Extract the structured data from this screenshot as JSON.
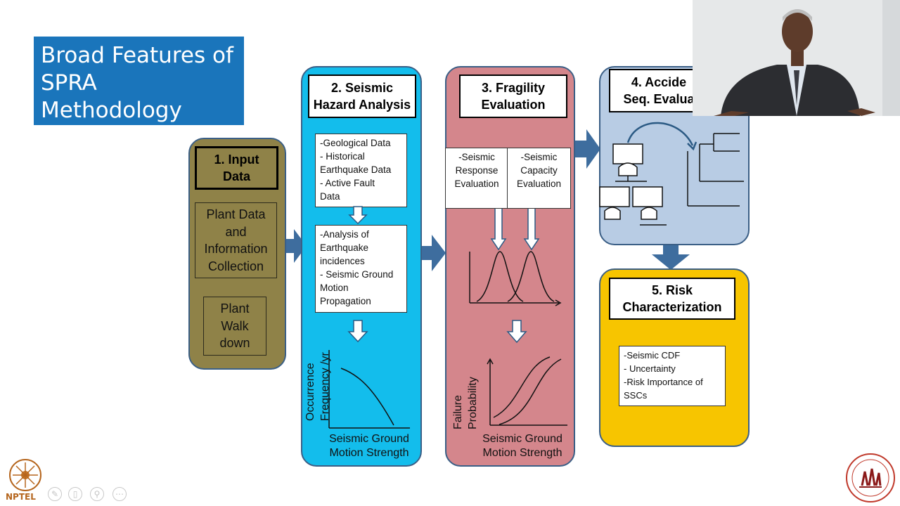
{
  "title": {
    "line1": "Broad Features of",
    "line2": "SPRA",
    "line3": "Methodology"
  },
  "col1": {
    "header_line1": "1. Input",
    "header_line2": "Data",
    "box1": [
      "Plant Data",
      "and",
      "Information",
      "Collection"
    ],
    "box2": [
      "Plant",
      "Walk",
      "down"
    ]
  },
  "col2": {
    "header_line1": "2. Seismic",
    "header_line2": "Hazard Analysis",
    "box1": [
      "-Geological Data",
      "- Historical",
      "Earthquake Data",
      "- Active Fault",
      "Data"
    ],
    "box2": [
      "-Analysis of",
      "Earthquake",
      "incidences",
      "- Seismic Ground",
      "Motion",
      "Propagation"
    ],
    "ylabel_line1": "Occurrence",
    "ylabel_line2": "Frequency /yr",
    "xlabel_line1": "Seismic Ground",
    "xlabel_line2": "Motion Strength"
  },
  "col3": {
    "header_line1": "3. Fragility",
    "header_line2": "Evaluation",
    "box_left": [
      "-Seismic",
      "Response",
      "Evaluation"
    ],
    "box_right": [
      "-Seismic",
      "Capacity",
      "Evaluation"
    ],
    "ylabel_line1": "Failure",
    "ylabel_line2": "Probability",
    "xlabel_line1": "Seismic Ground",
    "xlabel_line2": "Motion Strength"
  },
  "col4": {
    "header_line1": "4. Accide",
    "header_line2": "Seq. Evalua"
  },
  "col5": {
    "header_line1": "5. Risk",
    "header_line2": "Characterization",
    "box": [
      "-Seismic CDF",
      "- Uncertainty",
      "-Risk Importance of",
      "SSCs"
    ]
  },
  "footer": {
    "logo_left_text": "NPTEL"
  },
  "colors": {
    "title_bg": "#1a75bb",
    "col1_bg": "#8f8248",
    "col2_bg": "#13bdec",
    "col3_bg": "#d4868c",
    "col4_bg": "#b8cce4",
    "col5_bg": "#f7c500",
    "arrow": "#3e6d9e"
  }
}
